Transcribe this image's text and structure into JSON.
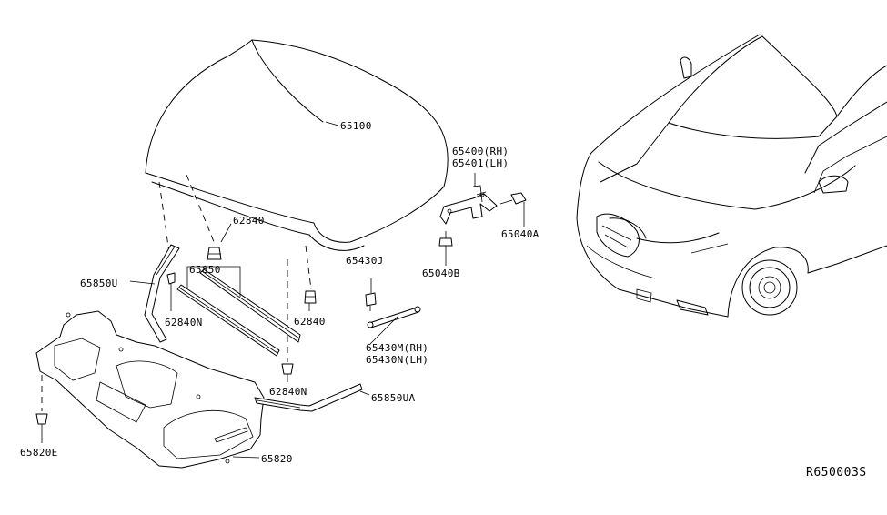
{
  "labels": {
    "hood": "65100",
    "hinge_rh": "65400(RH)",
    "hinge_lh": "65401(LH)",
    "bolt_a": "65040A",
    "bolt_b": "65040B",
    "bumper_62840_top": "62840",
    "bumper_62840_mid": "62840",
    "clip_62840n_left": "62840N",
    "clip_62840n_bottom": "62840N",
    "seal_65850": "65850",
    "seal_65850u": "65850U",
    "seal_65850ua": "65850UA",
    "stay_clip": "65430J",
    "stay_rh": "65430M(RH)",
    "stay_lh": "65430N(LH)",
    "insulator": "65820",
    "insulator_clip": "65820E"
  },
  "diagram_code": "R650003S"
}
